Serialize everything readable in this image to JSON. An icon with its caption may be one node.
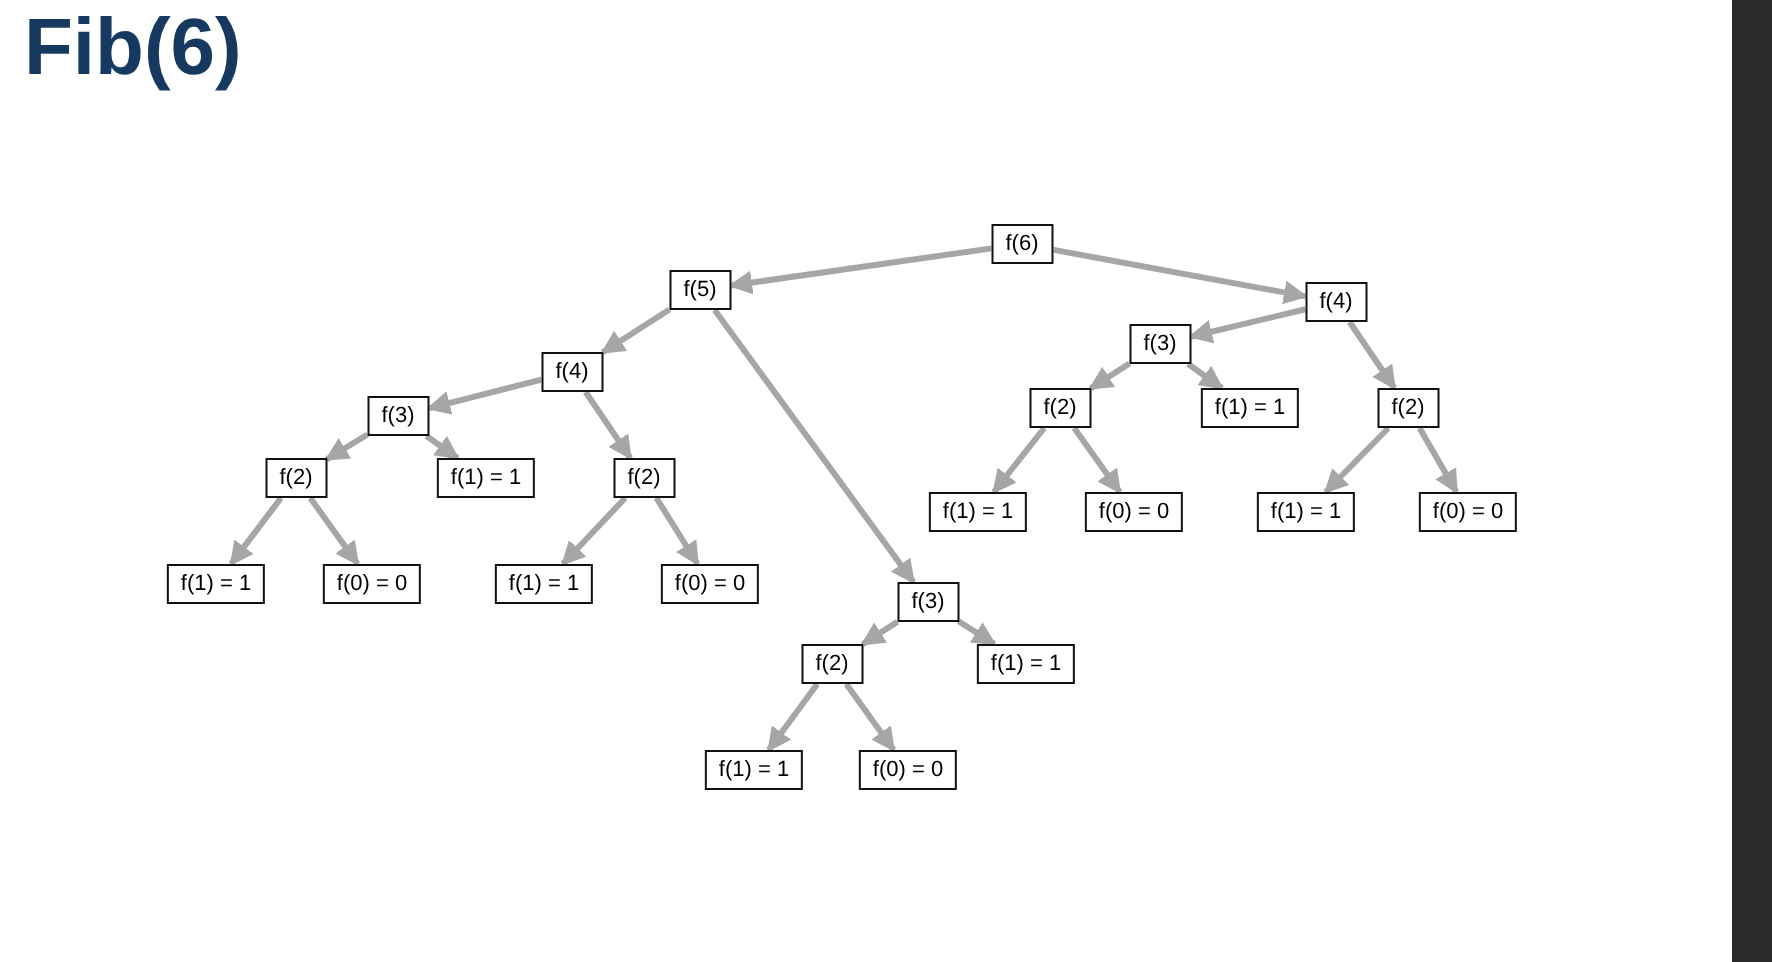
{
  "diagram": {
    "title": "Fib(6)",
    "nodes": [
      {
        "text": [
          "f(6)"
        ]
      },
      {
        "text": [
          "f(5)"
        ]
      },
      {
        "text": [
          "f(4)"
        ]
      },
      {
        "text": [
          "f(4)"
        ]
      },
      {
        "text": [
          "f(3)"
        ]
      },
      {
        "text": [
          "f(3)"
        ]
      },
      {
        "text": [
          "f(2)"
        ]
      },
      {
        "text": [
          "f(1) = 1"
        ]
      },
      {
        "text": [
          "f(2)"
        ]
      },
      {
        "text": [
          "f(2)"
        ]
      },
      {
        "text": [
          "f(1) = 1"
        ]
      },
      {
        "text": [
          "f(2)"
        ]
      },
      {
        "text": [
          "f(1) = 1"
        ]
      },
      {
        "text": [
          "f(0) = 0"
        ]
      },
      {
        "text": [
          "f(1) = 1"
        ]
      },
      {
        "text": [
          "f(0) = 0"
        ]
      },
      {
        "text": [
          "f(1) = 1"
        ]
      },
      {
        "text": [
          "f(0) = 0"
        ]
      },
      {
        "text": [
          "f(1) = 1"
        ]
      },
      {
        "text": [
          "f(0) = 0"
        ]
      },
      {
        "text": [
          "f(3)"
        ]
      },
      {
        "text": [
          "f(2)"
        ]
      },
      {
        "text": [
          "f(1) = 1"
        ]
      },
      {
        "text": [
          "f(1) = 1"
        ]
      },
      {
        "text": [
          "f(0) = 0"
        ]
      }
    ],
    "edges": [
      {
        "from": 0,
        "to": 1,
        "arrow": "to"
      },
      {
        "from": 0,
        "to": 2,
        "arrow": "to"
      },
      {
        "from": 1,
        "to": 3,
        "arrow": "to"
      },
      {
        "from": 1,
        "to": 20,
        "arrow": "to"
      },
      {
        "from": 2,
        "to": 4,
        "arrow": "to"
      },
      {
        "from": 2,
        "to": 8,
        "arrow": "to"
      },
      {
        "from": 3,
        "to": 5,
        "arrow": "to"
      },
      {
        "from": 3,
        "to": 11,
        "arrow": "to"
      },
      {
        "from": 4,
        "to": 6,
        "arrow": "to"
      },
      {
        "from": 4,
        "to": 7,
        "arrow": "to"
      },
      {
        "from": 5,
        "to": 9,
        "arrow": "to"
      },
      {
        "from": 5,
        "to": 10,
        "arrow": "to"
      },
      {
        "from": 6,
        "to": 12,
        "arrow": "to"
      },
      {
        "from": 6,
        "to": 13,
        "arrow": "to"
      },
      {
        "from": 8,
        "to": 14,
        "arrow": "to"
      },
      {
        "from": 8,
        "to": 15,
        "arrow": "to"
      },
      {
        "from": 9,
        "to": 16,
        "arrow": "to"
      },
      {
        "from": 9,
        "to": 17,
        "arrow": "to"
      },
      {
        "from": 11,
        "to": 18,
        "arrow": "to"
      },
      {
        "from": 11,
        "to": 19,
        "arrow": "to"
      },
      {
        "from": 20,
        "to": 21,
        "arrow": "to"
      },
      {
        "from": 20,
        "to": 22,
        "arrow": "to"
      },
      {
        "from": 21,
        "to": 23,
        "arrow": "to"
      },
      {
        "from": 21,
        "to": 24,
        "arrow": "to"
      }
    ]
  }
}
